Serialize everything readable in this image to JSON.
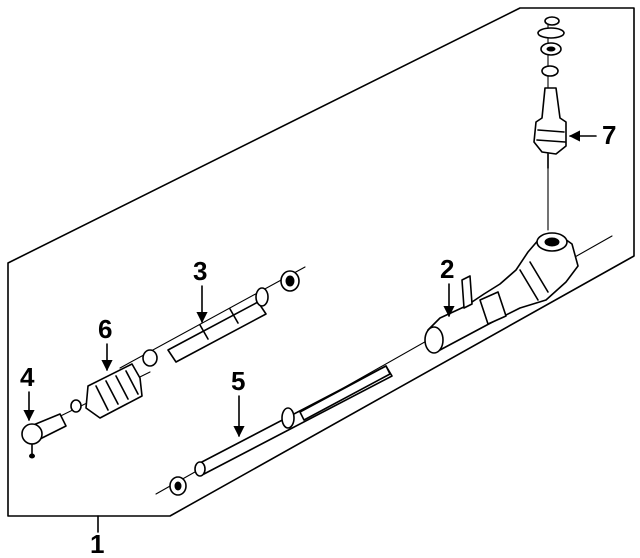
{
  "callouts": {
    "c1": "1",
    "c2": "2",
    "c3": "3",
    "c4": "4",
    "c5": "5",
    "c6": "6",
    "c7": "7"
  },
  "icons": {
    "arrow": "arrow-icon"
  }
}
